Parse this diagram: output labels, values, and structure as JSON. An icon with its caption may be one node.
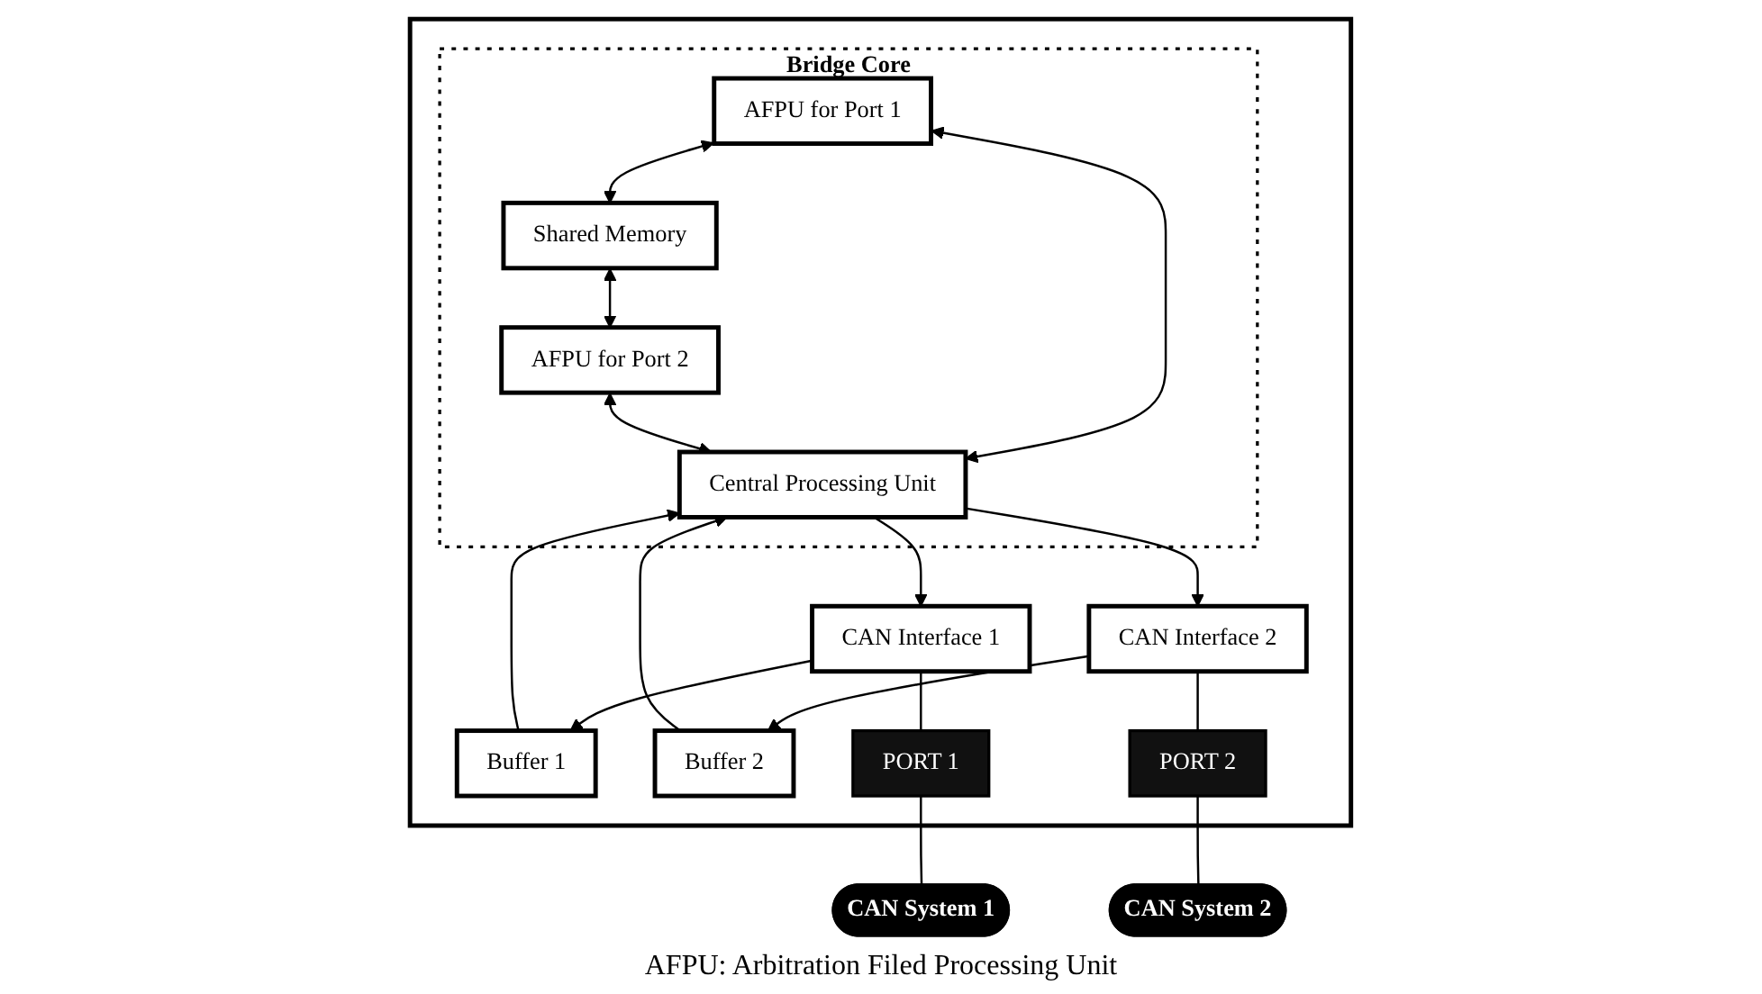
{
  "diagram": {
    "nodes": [
      {
        "text": [],
        "shape": "box"
      },
      {
        "text": [
          "Bridge Core"
        ],
        "in": 0
      },
      {
        "text": [
          "AFPU for Port 1"
        ],
        "in": 1
      },
      {
        "text": [
          "Shared Memory"
        ],
        "in": 1
      },
      {
        "text": [
          "AFPU for Port 2"
        ],
        "in": 1
      },
      {
        "text": [
          "Central Processing Unit"
        ],
        "in": 1
      },
      {
        "text": [
          "Buffer 1"
        ],
        "in": 0
      },
      {
        "text": [
          "Buffer 2"
        ],
        "in": 0
      },
      {
        "text": [
          "CAN Interface 1"
        ],
        "in": 0
      },
      {
        "text": [
          "CAN Interface 2"
        ],
        "in": 0
      },
      {
        "text": [
          "PORT 1"
        ],
        "in": 0
      },
      {
        "text": [
          "PORT 2"
        ],
        "in": 0
      },
      {
        "text": [
          "CAN System 1"
        ]
      },
      {
        "text": [
          "CAN System 2"
        ]
      }
    ],
    "edges": [
      {
        "from": 2,
        "to": 3,
        "arrow": "both"
      },
      {
        "from": 3,
        "to": 4,
        "arrow": "both"
      },
      {
        "from": 2,
        "to": 5,
        "arrow": "both"
      },
      {
        "from": 4,
        "to": 5,
        "arrow": "both"
      },
      {
        "from": 8,
        "to": 6,
        "arrow": "to"
      },
      {
        "from": 6,
        "to": 5,
        "arrow": "to"
      },
      {
        "from": 5,
        "to": 8,
        "arrow": "to"
      },
      {
        "from": 9,
        "to": 7,
        "arrow": "to"
      },
      {
        "from": 7,
        "to": 5,
        "arrow": "to"
      },
      {
        "from": 5,
        "to": 9,
        "arrow": "to"
      },
      {
        "from": 8,
        "to": 10,
        "arrow": "none"
      },
      {
        "from": 10,
        "to": 12,
        "arrow": "none"
      },
      {
        "from": 9,
        "to": 11,
        "arrow": "none"
      },
      {
        "from": 11,
        "to": 13,
        "arrow": "none"
      }
    ],
    "labels": [
      "AFPU: Arbitration Filed Processing Unit"
    ]
  }
}
